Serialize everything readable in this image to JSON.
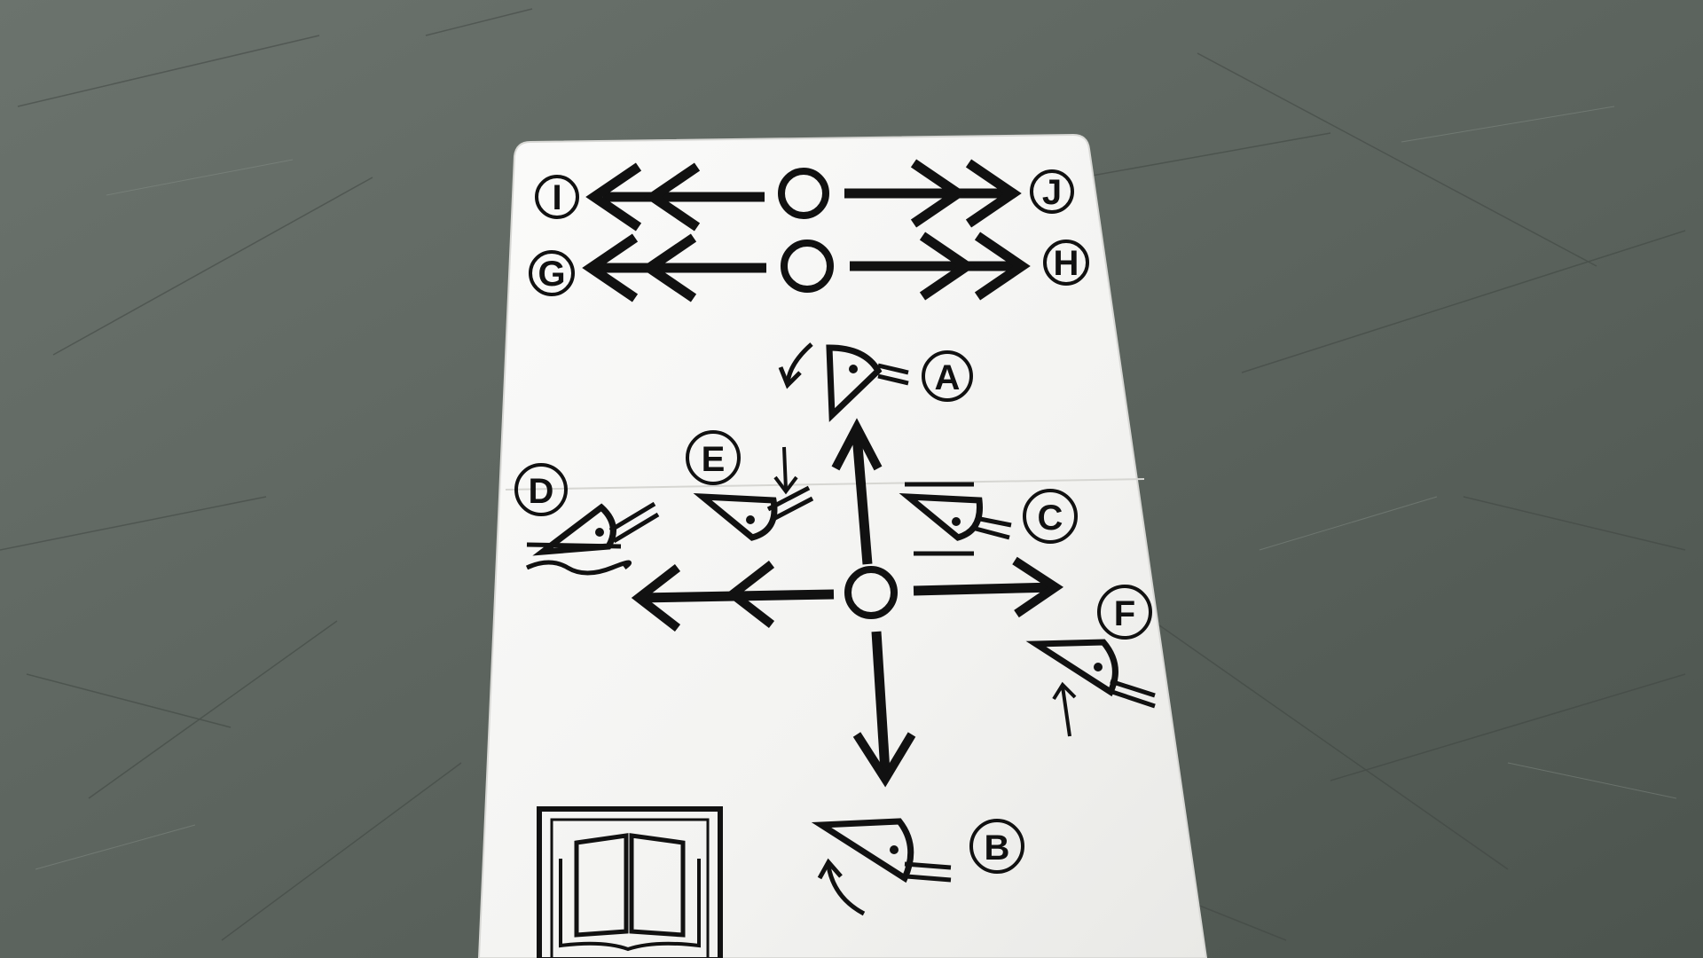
{
  "scene": {
    "description_free": true,
    "colors": {
      "surface": "#5e6660",
      "surface_light": "#7d857f",
      "scratch": "#3f4641",
      "sticker": "#f7f7f5",
      "ink": "#111111"
    }
  },
  "sticker": {
    "row_top": {
      "left_label": "I",
      "right_label": "J"
    },
    "row_second": {
      "left_label": "G",
      "right_label": "H"
    },
    "bucket_labels": {
      "up": "A",
      "down": "B",
      "right_upper": "C",
      "left_far": "D",
      "left_near": "E",
      "right_lower": "F"
    },
    "icons": {
      "manual": "book-manual-icon",
      "bucket": "bucket-icon",
      "neutral": "neutral-circle-icon"
    }
  }
}
